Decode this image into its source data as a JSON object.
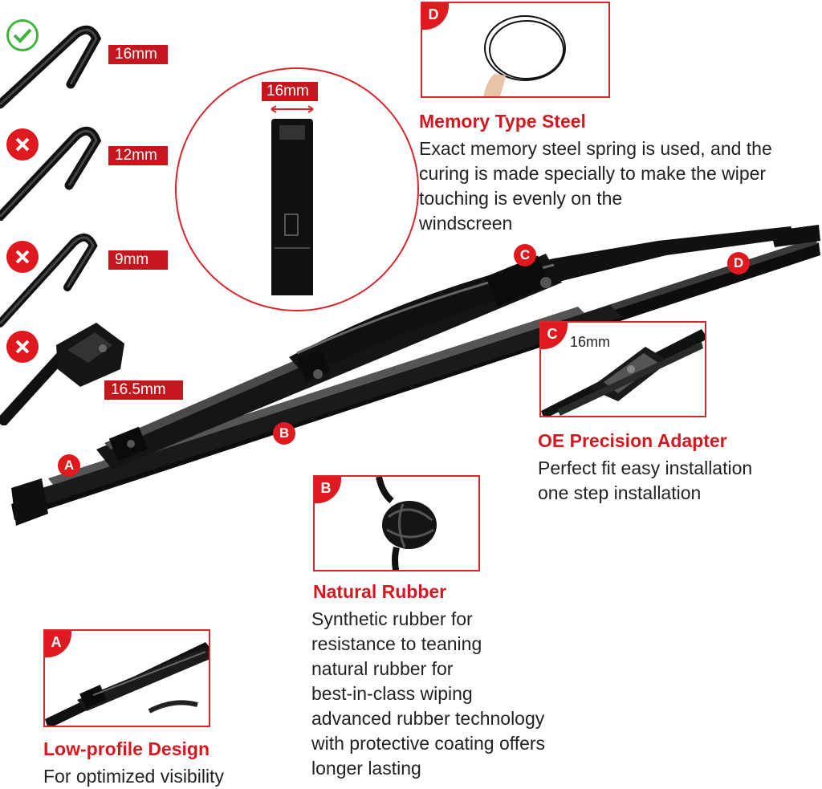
{
  "hooks": [
    {
      "size": "16mm",
      "status": "check-icon",
      "status_color": "#3fb53f"
    },
    {
      "size": "12mm",
      "status": "cross-icon",
      "status_color": "#e0191f"
    },
    {
      "size": "9mm",
      "status": "cross-icon",
      "status_color": "#e0191f"
    },
    {
      "size": "16.5mm",
      "status": "cross-icon",
      "status_color": "#e0191f"
    }
  ],
  "zoom_circle": {
    "label": "16mm"
  },
  "callouts": {
    "D": {
      "badge": "D",
      "title": "Memory Type Steel",
      "lines": [
        "Exact memory steel spring is used, and the",
        "curing is made specially to make the wiper",
        "touching is evenly on the",
        "windscreen"
      ]
    },
    "C": {
      "badge": "C",
      "inset_label": "16mm",
      "title": "OE Precision Adapter",
      "lines": [
        "Perfect fit easy installation",
        "one step installation"
      ]
    },
    "B": {
      "badge": "B",
      "title": "Natural Rubber",
      "lines": [
        "Synthetic rubber for",
        "resistance to teaning",
        "natural rubber for",
        "best-in-class wiping",
        "advanced rubber technology",
        "with protective coating offers",
        "longer lasting"
      ]
    },
    "A": {
      "badge": "A",
      "title": "Low-profile Design",
      "lines": [
        "For optimized visibility"
      ]
    }
  },
  "blade_badges": [
    "A",
    "B",
    "C",
    "D"
  ],
  "colors": {
    "accent_red": "#d4181f",
    "ok_green": "#3fb53f",
    "blade": "#141414"
  }
}
